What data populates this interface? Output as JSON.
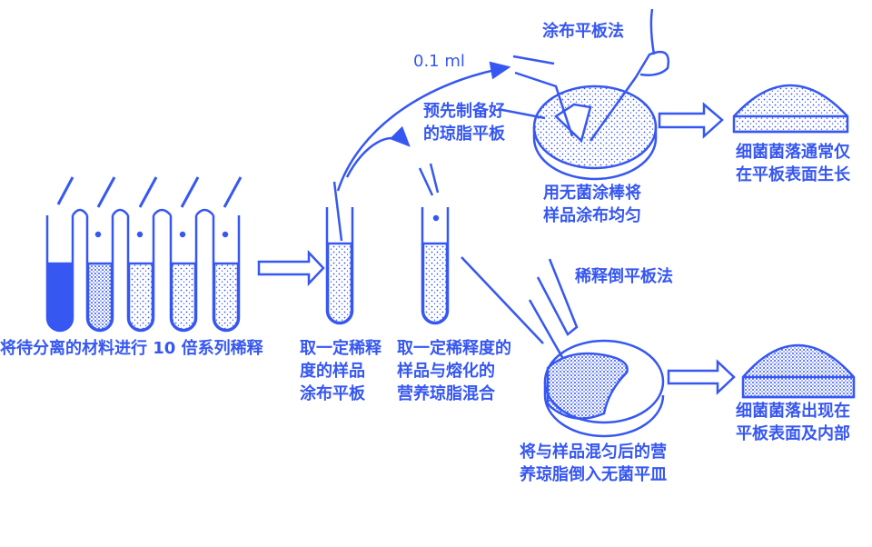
{
  "colors": {
    "ink": "#3657f2",
    "background": "#ffffff"
  },
  "labels": {
    "dilution_series": "将待分离的材料进行 10 倍系列稀释",
    "take_spread": [
      "取一定稀释",
      "度的样品",
      "涂布平板"
    ],
    "take_mix": [
      "取一定稀释度的",
      "样品与熔化的",
      "营养琼脂混合"
    ],
    "volume": "0.1 ml",
    "spread_method": "涂布平板法",
    "prepared_plate": [
      "预先制备好",
      "的琼脂平板"
    ],
    "spread_step": [
      "用无菌涂棒将",
      "样品涂布均匀"
    ],
    "spread_result": [
      "细菌菌落通常仅",
      "在平板表面生长"
    ],
    "pour_method": "稀释倒平板法",
    "pour_step": [
      "将与样品混匀后的营",
      "养琼脂倒入无菌平皿"
    ],
    "pour_result": [
      "细菌菌落出现在",
      "平板表面及内部"
    ]
  }
}
